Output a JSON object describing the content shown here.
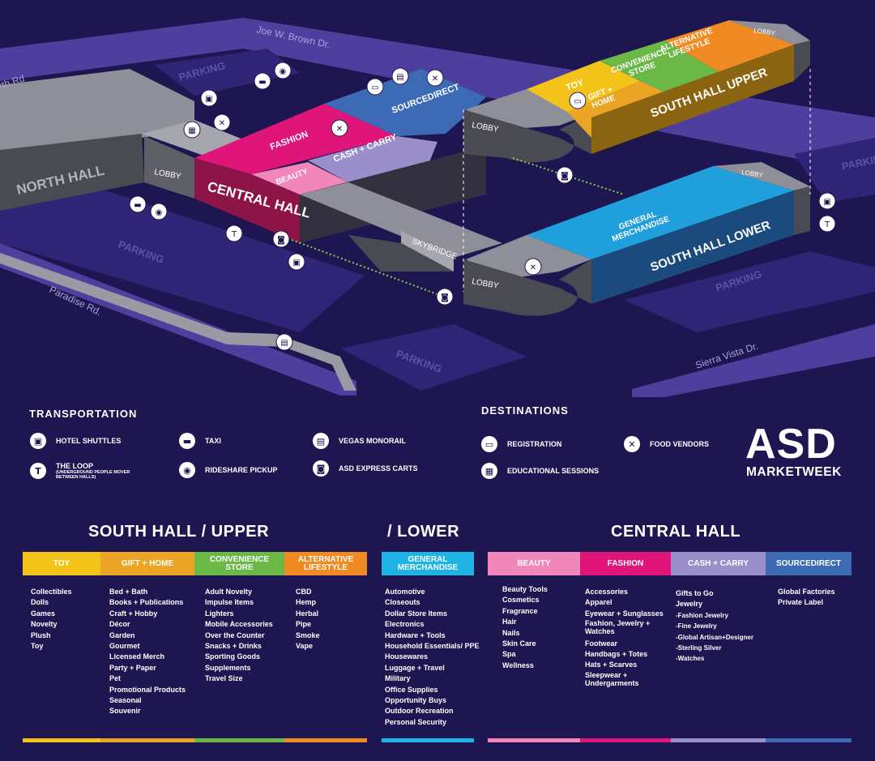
{
  "map": {
    "halls": {
      "north_hall": "NORTH HALL",
      "central_hall": "CENTRAL HALL",
      "south_hall_upper": "SOUTH HALL UPPER",
      "south_hall_lower": "SOUTH HALL LOWER"
    },
    "zones": {
      "fashion": "FASHION",
      "beauty": "BEAUTY",
      "cash_carry": "CASH + CARRY",
      "sourcedirect": "SOURCEDIRECT",
      "toy": "TOY",
      "gift_home": "GIFT +\nHOME",
      "convenience_store": "CONVENIENCE\nSTORE",
      "alternative_lifestyle": "ALTERNATIVE\nLIFESTYLE",
      "general_merchandise": "GENERAL\nMERCHANDISE"
    },
    "lobby": "LOBBY",
    "skybridge": "SKYBRIDGE",
    "parking": "PARKING",
    "roads": {
      "joe_brown": "Joe W. Brown Dr.",
      "paradise": "Paradise Rd.",
      "sierra_vista": "Sierra Vista Dr.",
      "north_rd": "rth Rd"
    },
    "colors": {
      "background": "#1d1651",
      "fashion": "#e0157a",
      "beauty": "#f086b9",
      "cash_carry": "#9a8fcb",
      "sourcedirect": "#3c6ab5",
      "toy": "#f3c31a",
      "gift_home": "#eba424",
      "convenience_store": "#6bb847",
      "alternative_lifestyle": "#f08a22",
      "general_merchandise": "#1f9fdc"
    }
  },
  "legend": {
    "transportation_heading": "TRANSPORTATION",
    "destinations_heading": "DESTINATIONS",
    "transportation": [
      {
        "label": "HOTEL SHUTTLES",
        "icon": "shuttle-bus-icon"
      },
      {
        "label": "THE LOOP",
        "sublabel": "(UNDERGROUND PEOPLE MOVER\nBETWEEN HALLS)",
        "icon": "tesla-icon"
      },
      {
        "label": "TAXI",
        "icon": "taxi-icon"
      },
      {
        "label": "RIDESHARE PICKUP",
        "icon": "rideshare-icon"
      },
      {
        "label": "VEGAS MONORAIL",
        "icon": "monorail-icon"
      },
      {
        "label": "ASD EXPRESS CARTS",
        "icon": "cart-icon"
      }
    ],
    "destinations": [
      {
        "label": "REGISTRATION",
        "icon": "registration-icon"
      },
      {
        "label": "EDUCATIONAL SESSIONS",
        "icon": "education-icon"
      },
      {
        "label": "FOOD VENDORS",
        "icon": "food-icon"
      }
    ]
  },
  "brand": {
    "logo_top": "ASD",
    "logo_bottom": "MARKETWEEK"
  },
  "sections": {
    "south_upper": "SOUTH HALL / UPPER",
    "lower": "/ LOWER",
    "central": "CENTRAL HALL"
  },
  "categories": [
    {
      "name": "TOY",
      "color": "#f3c31a",
      "items": [
        "Collectibles",
        "Dolls",
        "Games",
        "Novelty",
        "Plush",
        "Toy"
      ]
    },
    {
      "name": "GIFT + HOME",
      "color": "#eba424",
      "items": [
        "Bed + Bath",
        "Books + Publications",
        "Craft + Hobby",
        "Décor",
        "Garden",
        "Gourmet",
        "Licensed Merch",
        "Party + Paper",
        "Pet",
        "Promotional Products",
        "Seasonal",
        "Souvenir"
      ]
    },
    {
      "name": "CONVENIENCE\nSTORE",
      "color": "#6bb847",
      "items": [
        "Adult Novelty",
        "Impulse Items",
        "Lighters",
        "Mobile Accessories",
        "Over the Counter",
        "Snacks + Drinks",
        "Sporting Goods",
        "Supplements",
        "Travel Size"
      ]
    },
    {
      "name": "ALTERNATIVE\nLIFESTYLE",
      "color": "#f08a22",
      "items": [
        "CBD",
        "Hemp",
        "Herbal",
        "Pipe",
        "Smoke",
        "Vape"
      ]
    },
    {
      "name": "GENERAL\nMERCHANDISE",
      "color": "#1fb4e6",
      "items": [
        "Automotive",
        "Closeouts",
        "Dollar Store Items",
        "Electronics",
        "Hardware + Tools",
        "Household Essentials/ PPE",
        "Housewares",
        "Luggage + Travel",
        "Military",
        "Office Supplies",
        "Opportunity Buys",
        "Outdoor Recreation",
        "Personal Security"
      ]
    },
    {
      "name": "BEAUTY",
      "color": "#f086b9",
      "items": [
        "Beauty Tools",
        "Cosmetics",
        "Fragrance",
        "Hair",
        "Nails",
        "Skin Care",
        "Spa",
        "Wellness"
      ]
    },
    {
      "name": "FASHION",
      "color": "#e0157a",
      "items": [
        "Accessories",
        "Apparel",
        "Eyewear + Sunglasses",
        "Fashion, Jewelry +\nWatches",
        "Footwear",
        "Handbags + Totes",
        "Hats + Scarves",
        "Sleepwear +\nUndergarments"
      ]
    },
    {
      "name": "CASH + CARRY",
      "color": "#9a8fcb",
      "items": [
        "Gifts to Go",
        "Jewelry",
        "-Fashion Jewelry",
        "-Fine Jewelry",
        "-Global Artisan+Designer",
        "-Sterling Silver",
        "-Watches"
      ]
    },
    {
      "name": "SOURCEDIRECT",
      "color": "#3c6ab5",
      "items": [
        "Global Factories",
        "Private Label"
      ]
    }
  ]
}
